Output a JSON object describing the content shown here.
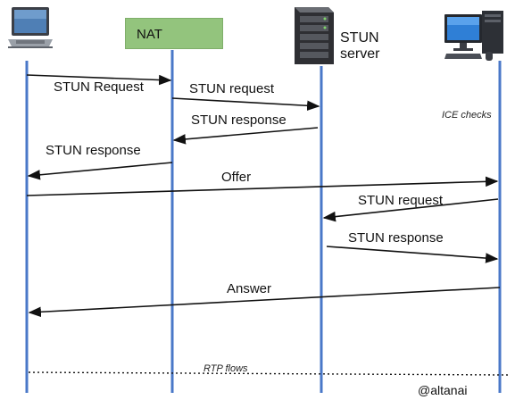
{
  "participants": {
    "laptop": {
      "icon": "laptop-icon"
    },
    "nat": {
      "label": "NAT",
      "color": "#93c47d"
    },
    "stun_server": {
      "label_line1": "STUN",
      "label_line2": "server",
      "icon": "server-tower-icon"
    },
    "desktop": {
      "icon": "desktop-computer-icon"
    }
  },
  "messages": {
    "m1": "STUN Request",
    "m2": "STUN request",
    "m3": "STUN response",
    "m4": "STUN response",
    "m5": "Offer",
    "m6": "STUN request",
    "m7": "STUN response",
    "m8": "Answer"
  },
  "notes": {
    "ice_checks": "ICE checks",
    "rtp_flows": "RTP flows"
  },
  "credit": "@altanai",
  "colors": {
    "lifeline": "#4a78c8",
    "arrow": "#111111",
    "nat_box": "#93c47d"
  }
}
